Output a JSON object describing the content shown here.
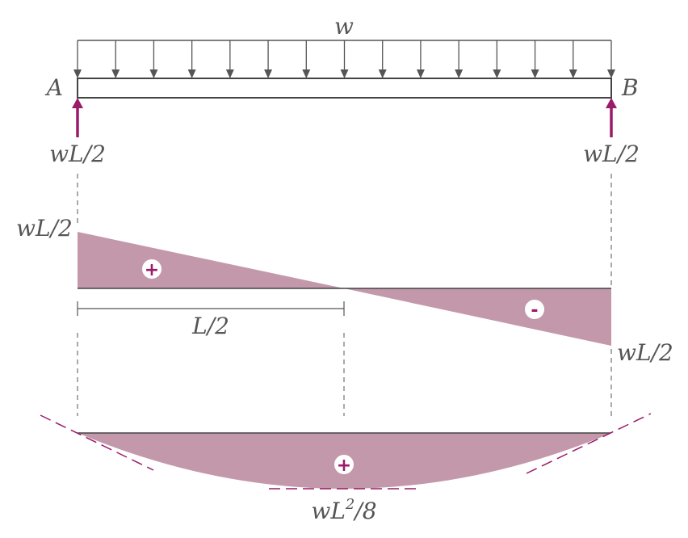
{
  "load_label": "w",
  "support_a": "A",
  "support_b": "B",
  "reaction_a": "wL/2",
  "reaction_b": "wL/2",
  "shear_left": "wL/2",
  "shear_right": "wL/2",
  "half_span": "L/2",
  "moment_max": {
    "base": "wL",
    "exp": "2",
    "tail": "/8"
  },
  "sign_shear_positive": "+",
  "sign_shear_negative": "-",
  "sign_moment_positive": "+",
  "colors": {
    "fill": "#c398ab",
    "reaction": "#9a1b6a",
    "line": "#555555",
    "accent": "#9a1b6a"
  },
  "icons": {
    "sign_badge": "circle-sign-icon",
    "load_arrow": "down-arrow-icon",
    "reaction_arrow": "up-arrow-icon"
  }
}
